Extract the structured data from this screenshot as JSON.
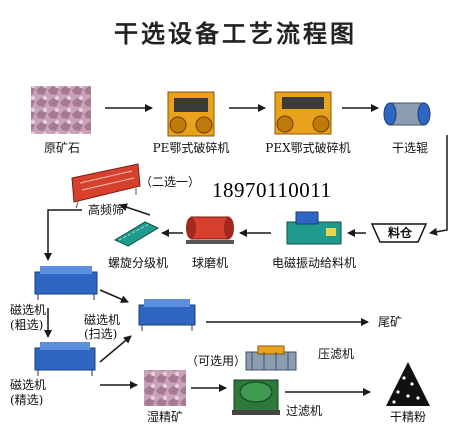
{
  "title": "干选设备工艺流程图",
  "phone": "18970110011",
  "nodes": {
    "ore": "原矿石",
    "pe_crusher": "PE鄂式破碎机",
    "pex_crusher": "PEX鄂式破碎机",
    "dry_separator": "干选辊",
    "screen": "高频筛",
    "screen_note": "（二选一）",
    "bin": "料仓",
    "feeder": "电磁振动给料机",
    "ball_mill": "球磨机",
    "classifier": "螺旋分级机",
    "mag_rough_1": "磁选机",
    "mag_rough_2": "(粗选)",
    "mag_scav_1": "磁选机",
    "mag_scav_2": "(扫选)",
    "tailings": "尾矿",
    "mag_fine_1": "磁选机",
    "mag_fine_2": "(精选)",
    "wet_conc": "湿精矿",
    "optional": "（可选用）",
    "filter_press": "压滤机",
    "vac_filter": "过滤机",
    "dry_powder": "干精粉"
  },
  "colors": {
    "arrow": "#1a1a1a",
    "rock": "#b48aa2",
    "machine_orange": "#e8a21c",
    "machine_blue": "#2f66c4",
    "machine_teal": "#1f9a8c",
    "screen_red": "#d8402e"
  }
}
